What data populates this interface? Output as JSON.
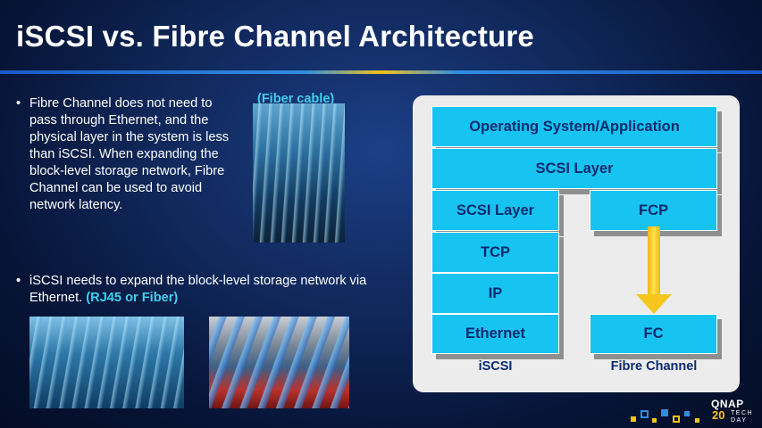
{
  "slide": {
    "title": "iSCSI vs. Fibre Channel Architecture"
  },
  "bullets": {
    "marker": "•",
    "first": "Fibre Channel does not need to pass through Ethernet, and the physical layer in the system is less than iSCSI. When expanding the block-level storage network, Fibre Channel can be used to avoid network latency.",
    "second_text": "iSCSI needs to expand the block-level storage network via Ethernet.",
    "second_highlight": "(RJ45 or Fiber)"
  },
  "photos": {
    "fiber_label": "(Fiber cable)"
  },
  "diagram": {
    "os_app": "Operating System/Application",
    "scsi_shared": "SCSI Layer",
    "iscsi_stack": [
      "SCSI Layer",
      "TCP",
      "IP",
      "Ethernet"
    ],
    "fc_top": "FCP",
    "fc_bottom": "FC",
    "label_iscsi": "iSCSI",
    "label_fc": "Fibre Channel"
  },
  "logo": {
    "brand": "QNAP",
    "number": "20",
    "sub_line1": "TECH",
    "sub_line2": "DAY"
  },
  "colors": {
    "accent_cyan": "#3fd0ee",
    "block_fill": "#17c3f0",
    "block_text": "#0a2b6e",
    "arrow": "#f6c61f"
  }
}
